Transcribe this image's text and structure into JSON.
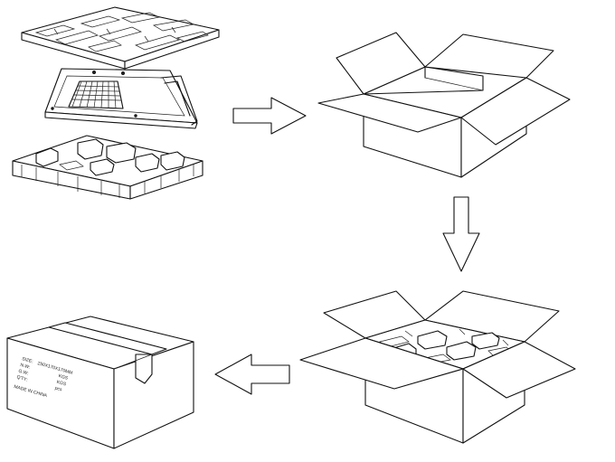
{
  "diagram": {
    "steps": [
      {
        "id": "components",
        "description_shown": ""
      },
      {
        "id": "open-box",
        "description_shown": ""
      },
      {
        "id": "packed-box",
        "description_shown": ""
      },
      {
        "id": "sealed-box",
        "description_shown": ""
      }
    ],
    "carton_label": {
      "lines": [
        "SIZE:",
        "N.W:",
        "G.W:",
        "Q'TY:"
      ],
      "size_value": "250X170X170MM",
      "nw_value": "KGS",
      "gw_value": "KGS",
      "qty_value": "pcs",
      "origin": "MADE IN CHINA"
    },
    "colors": {
      "stroke": "#111111",
      "background": "#ffffff"
    }
  }
}
